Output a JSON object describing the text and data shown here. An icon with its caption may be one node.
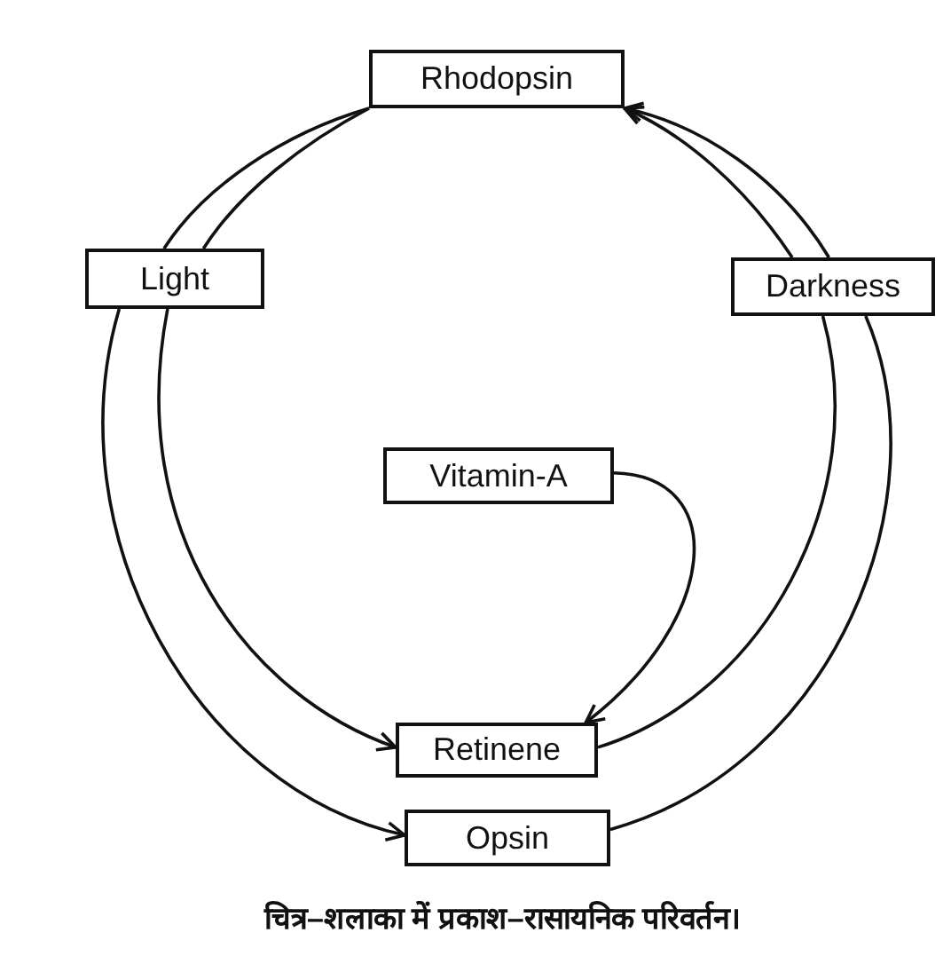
{
  "diagram": {
    "caption": "चित्र–शलाका में प्रकाश–रासायनिक परिवर्तन।",
    "nodes": [
      {
        "text": [
          "Rhodopsin"
        ]
      },
      {
        "text": [
          "Light"
        ]
      },
      {
        "text": [
          "Darkness"
        ]
      },
      {
        "text": [
          "Vitamin-A"
        ]
      },
      {
        "text": [
          "Retinene"
        ]
      },
      {
        "text": [
          "Opsin"
        ]
      }
    ],
    "edges": [
      {
        "from": 0,
        "to": 1,
        "arrow": "none"
      },
      {
        "from": 0,
        "to": 1,
        "arrow": "none"
      },
      {
        "from": 1,
        "to": 5,
        "arrow": "to"
      },
      {
        "from": 1,
        "to": 4,
        "arrow": "to"
      },
      {
        "from": 4,
        "to": 2,
        "arrow": "none"
      },
      {
        "from": 5,
        "to": 2,
        "arrow": "none"
      },
      {
        "from": 2,
        "to": 0,
        "arrow": "to"
      },
      {
        "from": 2,
        "to": 0,
        "arrow": "to"
      },
      {
        "from": 3,
        "to": 4,
        "arrow": "to"
      }
    ]
  }
}
